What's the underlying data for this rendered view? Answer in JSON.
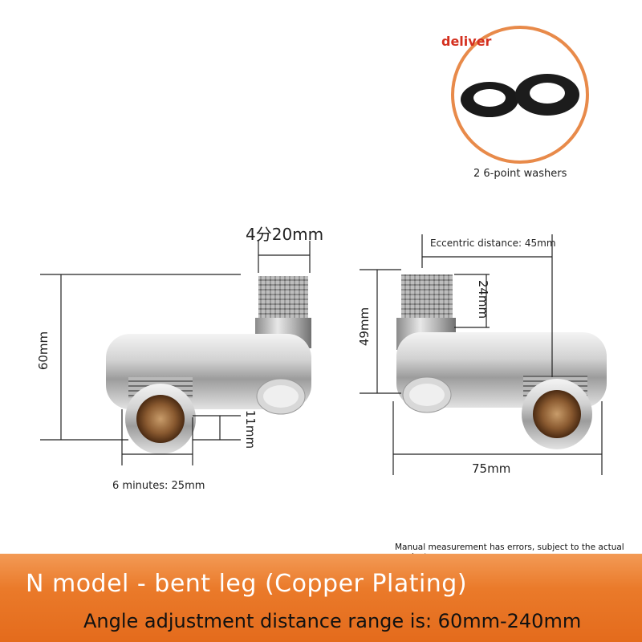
{
  "inset": {
    "label": "deliver",
    "caption": "2 6-point washers"
  },
  "left_part": {
    "top_label": "4分20mm",
    "height_label": "60mm",
    "gap_label": "11mm",
    "thread_label": "6 minutes: 25mm"
  },
  "right_part": {
    "eccentric_label": "Eccentric distance: 45mm",
    "thread_label": "24mm",
    "height_label": "49mm",
    "width_label": "75mm"
  },
  "note": "Manual measurement has errors, subject to the actual product",
  "banner": {
    "title": "N model - bent leg (Copper Plating)",
    "subtitle": "Angle adjustment distance range is: 60mm-240mm"
  },
  "colors": {
    "accent": "#ea7a2a",
    "circle_border": "#e88a4a"
  }
}
